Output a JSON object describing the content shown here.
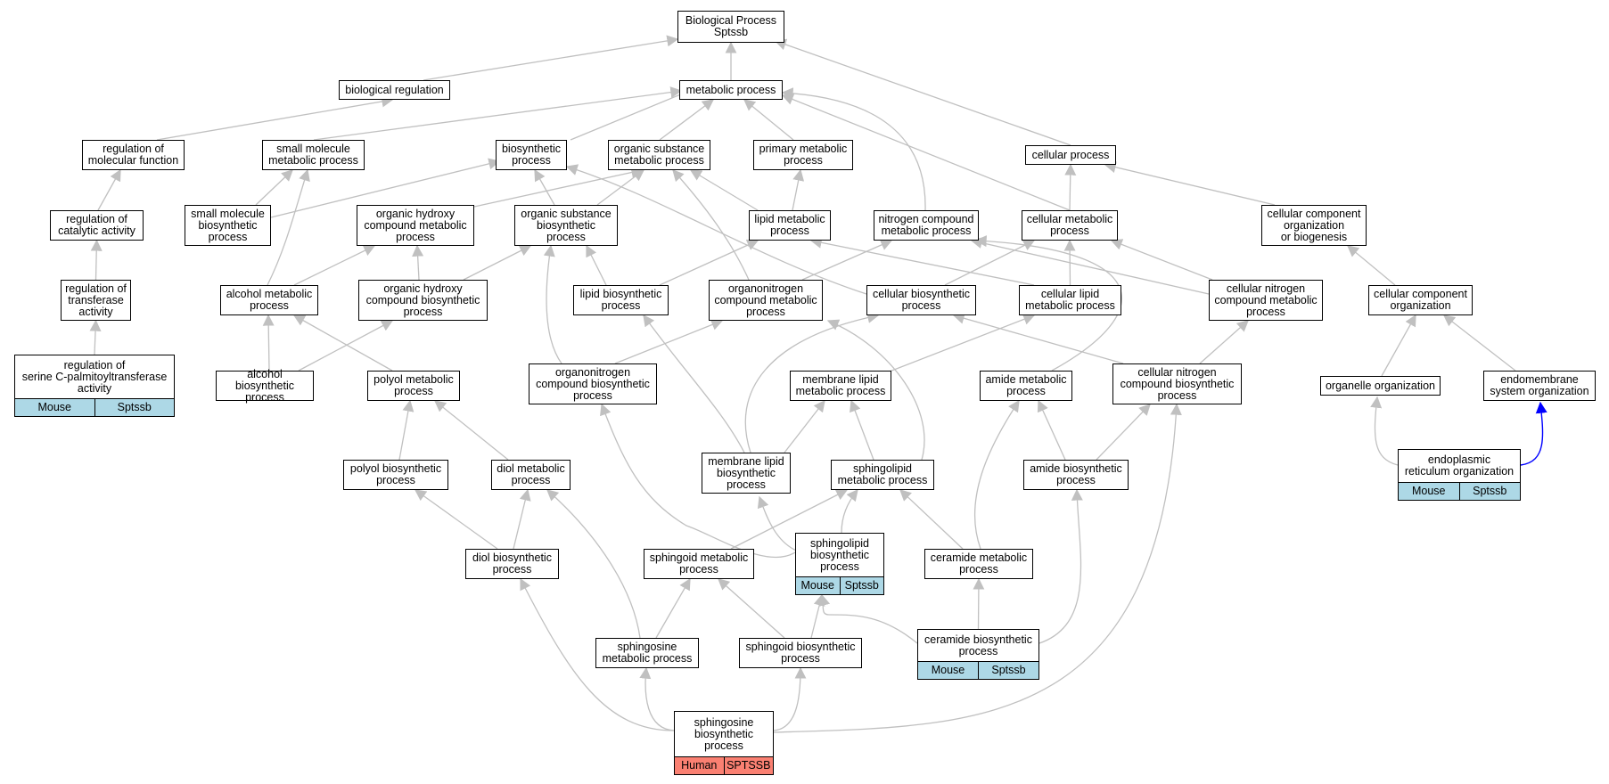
{
  "colors": {
    "edge": "#c0c0c0",
    "edge_highlight": "#0000ff",
    "node_border": "#000000",
    "mouse_tag": "#add8e6",
    "human_tag": "#fa8072"
  },
  "nodes": [
    {
      "id": "root",
      "label": "Biological Process\nSptssb"
    },
    {
      "id": "bioreg",
      "label": "biological regulation"
    },
    {
      "id": "metab",
      "label": "metabolic process"
    },
    {
      "id": "regmol",
      "label": "regulation of\nmolecular function"
    },
    {
      "id": "smallmol",
      "label": "small molecule\nmetabolic process"
    },
    {
      "id": "biosyn",
      "label": "biosynthetic\nprocess"
    },
    {
      "id": "orgsub",
      "label": "organic substance\nmetabolic process"
    },
    {
      "id": "primary",
      "label": "primary metabolic\nprocess"
    },
    {
      "id": "cellproc",
      "label": "cellular process"
    },
    {
      "id": "regcat",
      "label": "regulation of\ncatalytic activity"
    },
    {
      "id": "smallbio",
      "label": "small molecule\nbiosynthetic\nprocess"
    },
    {
      "id": "orghydmet",
      "label": "organic hydroxy\ncompound metabolic\nprocess"
    },
    {
      "id": "orgsubbio",
      "label": "organic substance\nbiosynthetic\nprocess"
    },
    {
      "id": "lipidmet",
      "label": "lipid metabolic\nprocess"
    },
    {
      "id": "nitromet",
      "label": "nitrogen compound\nmetabolic process"
    },
    {
      "id": "cellmet",
      "label": "cellular metabolic\nprocess"
    },
    {
      "id": "ccorgbio",
      "label": "cellular component\norganization\nor biogenesis"
    },
    {
      "id": "regtrans",
      "label": "regulation of\ntransferase\nactivity"
    },
    {
      "id": "alcmet",
      "label": "alcohol metabolic\nprocess"
    },
    {
      "id": "orghydbio",
      "label": "organic hydroxy\ncompound biosynthetic\nprocess"
    },
    {
      "id": "lipidbio",
      "label": "lipid biosynthetic\nprocess"
    },
    {
      "id": "orgnitmet",
      "label": "organonitrogen\ncompound metabolic\nprocess"
    },
    {
      "id": "cellbio",
      "label": "cellular biosynthetic\nprocess"
    },
    {
      "id": "celllipid",
      "label": "cellular lipid\nmetabolic process"
    },
    {
      "id": "cellnitmet",
      "label": "cellular nitrogen\ncompound metabolic\nprocess"
    },
    {
      "id": "ccorg",
      "label": "cellular component\norganization"
    },
    {
      "id": "regserine",
      "label": "regulation of\nserine C-palmitoyltransferase\nactivity",
      "tag": [
        "Mouse",
        "Sptssb"
      ],
      "tag_color": "#add8e6"
    },
    {
      "id": "alcbio",
      "label": "alcohol biosynthetic\nprocess"
    },
    {
      "id": "polyolmet",
      "label": "polyol metabolic\nprocess"
    },
    {
      "id": "orgnitbio",
      "label": "organonitrogen\ncompound biosynthetic\nprocess"
    },
    {
      "id": "memlipmet",
      "label": "membrane lipid\nmetabolic process"
    },
    {
      "id": "amidemet",
      "label": "amide metabolic\nprocess"
    },
    {
      "id": "cellnitbio",
      "label": "cellular nitrogen\ncompound biosynthetic\nprocess"
    },
    {
      "id": "organelle",
      "label": "organelle organization"
    },
    {
      "id": "endomem",
      "label": "endomembrane\nsystem organization"
    },
    {
      "id": "polyolbio",
      "label": "polyol biosynthetic\nprocess"
    },
    {
      "id": "diolmet",
      "label": "diol metabolic\nprocess"
    },
    {
      "id": "memlipbio",
      "label": "membrane lipid\nbiosynthetic\nprocess"
    },
    {
      "id": "sphlipmet",
      "label": "sphingolipid\nmetabolic process"
    },
    {
      "id": "amidebio",
      "label": "amide biosynthetic\nprocess"
    },
    {
      "id": "erorg",
      "label": "endoplasmic\nreticulum organization",
      "tag": [
        "Mouse",
        "Sptssb"
      ],
      "tag_color": "#add8e6"
    },
    {
      "id": "diolbio",
      "label": "diol biosynthetic\nprocess"
    },
    {
      "id": "sphoidmet",
      "label": "sphingoid metabolic\nprocess"
    },
    {
      "id": "sphlipbio",
      "label": "sphingolipid\nbiosynthetic\nprocess",
      "tag": [
        "Mouse",
        "Sptssb"
      ],
      "tag_color": "#add8e6"
    },
    {
      "id": "cermet",
      "label": "ceramide metabolic\nprocess"
    },
    {
      "id": "sphosmet",
      "label": "sphingosine\nmetabolic process"
    },
    {
      "id": "sphoidbio",
      "label": "sphingoid biosynthetic\nprocess"
    },
    {
      "id": "cerbio",
      "label": "ceramide biosynthetic\nprocess",
      "tag": [
        "Mouse",
        "Sptssb"
      ],
      "tag_color": "#add8e6"
    },
    {
      "id": "sphosbio",
      "label": "sphingosine\nbiosynthetic\nprocess",
      "tag": [
        "Human",
        "SPTSSB"
      ],
      "tag_color": "#fa8072"
    }
  ]
}
